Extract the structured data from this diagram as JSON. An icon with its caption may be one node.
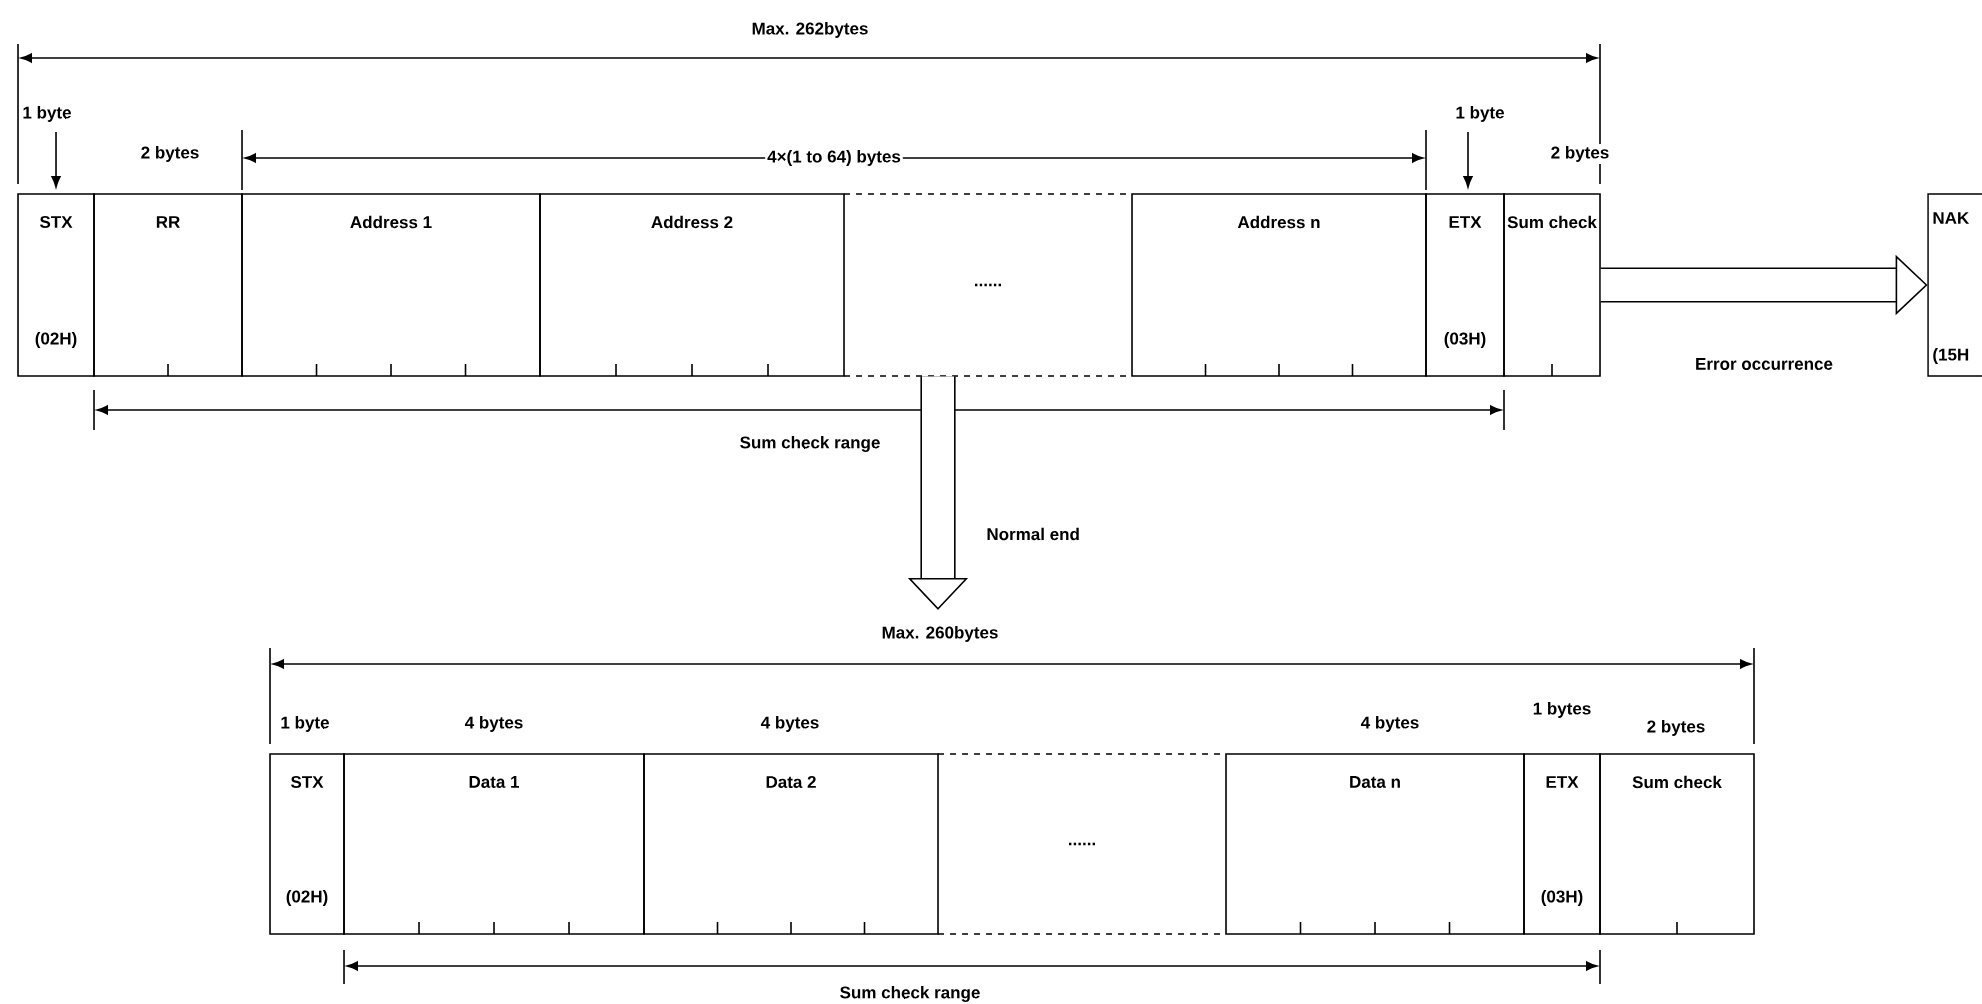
{
  "diagram": {
    "nodes": [
      {
        "text": [
          "STX",
          "(02H)"
        ]
      },
      {
        "text": [
          "RR"
        ]
      },
      {
        "text": [
          "Address 1"
        ]
      },
      {
        "text": [
          "Address 2"
        ]
      },
      {
        "text": [
          "......"
        ]
      },
      {
        "text": [
          "Address n"
        ]
      },
      {
        "text": [
          "ETX",
          "(03H)"
        ]
      },
      {
        "text": [
          "Sum check"
        ]
      },
      {
        "text": [
          "NAK",
          "(15H"
        ]
      },
      {
        "text": [
          "STX",
          "(02H)"
        ]
      },
      {
        "text": [
          "Data 1"
        ]
      },
      {
        "text": [
          "Data 2"
        ]
      },
      {
        "text": [
          "......"
        ]
      },
      {
        "text": [
          "Data n"
        ]
      },
      {
        "text": [
          "ETX",
          "(03H)"
        ]
      },
      {
        "text": [
          "Sum check"
        ]
      }
    ],
    "edges": [
      {
        "from": 7,
        "to": 8,
        "arrow": "to",
        "label": "Error occurrence"
      },
      {
        "from": 4,
        "to": null,
        "arrow": "to",
        "label": "Normal end"
      }
    ],
    "labels": [
      "Max. 262bytes",
      "1 byte",
      "2 bytes",
      "4×(1 to 64) bytes",
      "1 byte",
      "2 bytes",
      "Sum check range",
      "Max. 260bytes",
      "1 byte",
      "4 bytes",
      "4 bytes",
      "4 bytes",
      "1 bytes",
      "2 bytes",
      "Sum check range"
    ]
  }
}
